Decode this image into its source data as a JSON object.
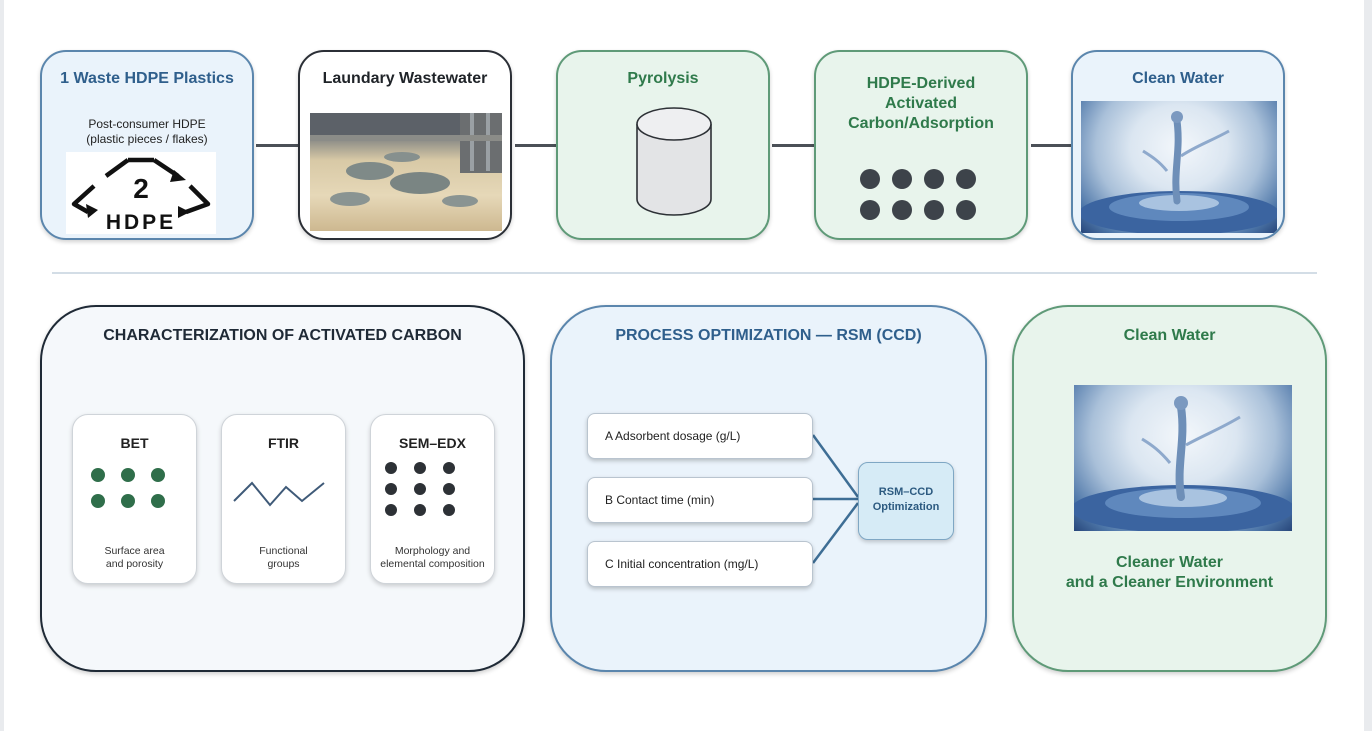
{
  "top_row": {
    "step1": {
      "title": "1  Waste HDPE Plastics",
      "subtitle_line1": "Post-consumer HDPE",
      "subtitle_line2": "(plastic pieces / flakes)",
      "logo_number": "2",
      "logo_text": "HDPE"
    },
    "step2": {
      "title": "Laundary Wastewater"
    },
    "step3": {
      "title": "Pyrolysis"
    },
    "step4": {
      "title_line1": "HDPE-Derived",
      "title_line2": "Activated",
      "title_line3": "Carbon/Adsorption"
    },
    "step5": {
      "title": "Clean Water"
    }
  },
  "characterization": {
    "title": "CHARACTERIZATION OF ACTIVATED CARBON",
    "cards": [
      {
        "title": "BET",
        "desc_line1": "Surface area",
        "desc_line2": "and porosity"
      },
      {
        "title": "FTIR",
        "desc_line1": "Functional",
        "desc_line2": "groups"
      },
      {
        "title": "SEM–EDX",
        "desc_line1": "Morphology and",
        "desc_line2": "elemental composition"
      }
    ]
  },
  "optimization": {
    "title": "PROCESS OPTIMIZATION — RSM (CCD)",
    "factors": [
      {
        "label": "A  Adsorbent dosage (g/L)"
      },
      {
        "label": "B  Contact time (min)"
      },
      {
        "label": "C  Initial concentration (mg/L)"
      }
    ],
    "hub_line1": "RSM–CCD",
    "hub_line2": "Optimization"
  },
  "outcome": {
    "title": "Clean Water",
    "caption_line1": "Cleaner Water",
    "caption_line2": "and a Cleaner Environment"
  },
  "colors": {
    "blue_title": "#2f5f8c",
    "green_title": "#2f7a4b",
    "dark_title": "#1f2328",
    "bet_dot": "#2f6e4a",
    "dot_dark": "#3d434a"
  }
}
